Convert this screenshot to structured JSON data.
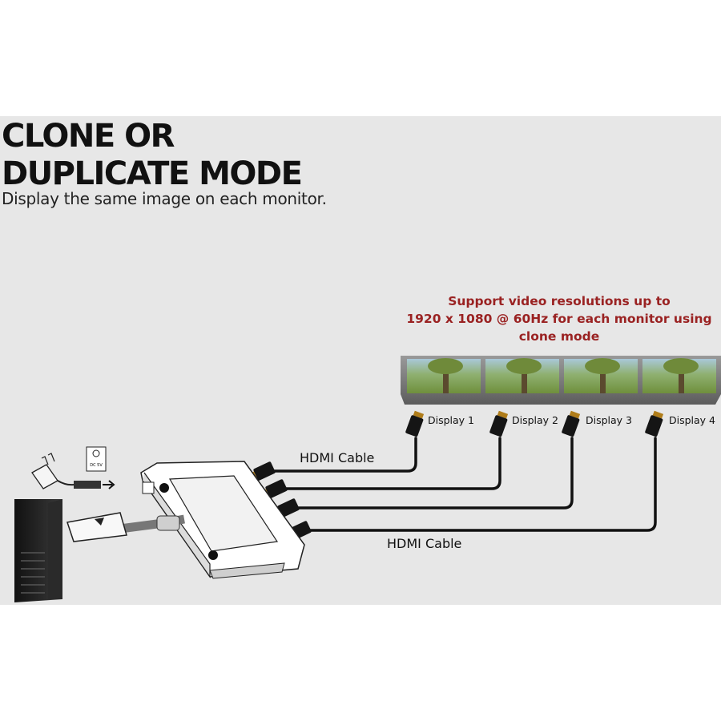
{
  "title_lines": [
    "CLONE OR",
    "DUPLICATE MODE"
  ],
  "subtitle": "Display the same image on each monitor.",
  "support_lines": [
    "Support video resolutions up to",
    "1920 x 1080 @ 60Hz for each monitor using",
    "clone mode"
  ],
  "displays": [
    "Display 1",
    "Display 2",
    "Display 3",
    "Display 4"
  ],
  "cables": {
    "top_label": "HDMI Cable",
    "bottom_label": "HDMI Cable"
  },
  "power_jack_text": "DC 5V",
  "colors": {
    "title": "#111111",
    "support_text": "#9a2222",
    "panel_bg": "#e7e7e7"
  }
}
